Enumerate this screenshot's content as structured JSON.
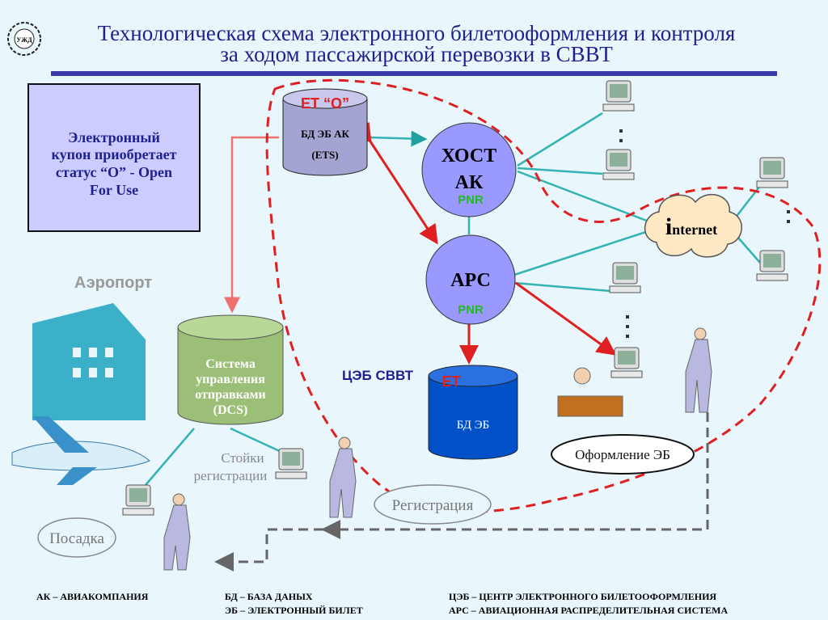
{
  "title": {
    "line1": "Технологическая схема электронного билетооформления и контроля",
    "line2": "за ходом пассажирской перевозки в СВВТ"
  },
  "status_box": {
    "line1": "Электронный",
    "line2": "купон приобретает",
    "line3": "статус “O” - Open",
    "line4": "For Use"
  },
  "ets_db": {
    "badge": "ET “O”",
    "line1": "БД ЭБ АК",
    "line2": "(ETS)"
  },
  "host": {
    "line1": "ХОСТ",
    "line2": "АК",
    "pnr": "PNR"
  },
  "ars": {
    "label": "АРС",
    "pnr": "PNR"
  },
  "internet": {
    "initial": "i",
    "rest": "nternet"
  },
  "airport_label": "Аэропорт",
  "dcs": {
    "line1": "Система",
    "line2": "управления",
    "line3": "отправками",
    "line4": "(DCS)"
  },
  "ceb_label": "ЦЭБ СВВТ",
  "eb_db": {
    "badge": "ET",
    "label": "БД ЭБ"
  },
  "checkin_desks": {
    "line1": "Стойки",
    "line2": "регистрации"
  },
  "ovals": {
    "boarding": "Посадка",
    "registration": "Регистрация",
    "issuing": "Оформление ЭБ"
  },
  "legend": {
    "ak": "АК – АВИАКОМПАНИЯ",
    "bd": "БД – БАЗА ДАНЫХ",
    "eb": "ЭБ – ЭЛЕКТРОННЫЙ БИЛЕТ",
    "ceb": "ЦЭБ – ЦЕНТР ЭЛЕКТРОННОГО БИЛЕТООФОРМЛЕНИЯ",
    "ars": "АРС – АВИАЦИОННАЯ РАСПРЕДЕЛИТЕЛЬНАЯ СИСТЕМА"
  },
  "colors": {
    "title": "#1f1f8f",
    "teal_line": "#33b3b3",
    "red": "#e02020",
    "host_circle": "#9999ff",
    "eb_db": "#0050c8",
    "dcs": "#9cbf78",
    "pnr": "#22bb22"
  }
}
